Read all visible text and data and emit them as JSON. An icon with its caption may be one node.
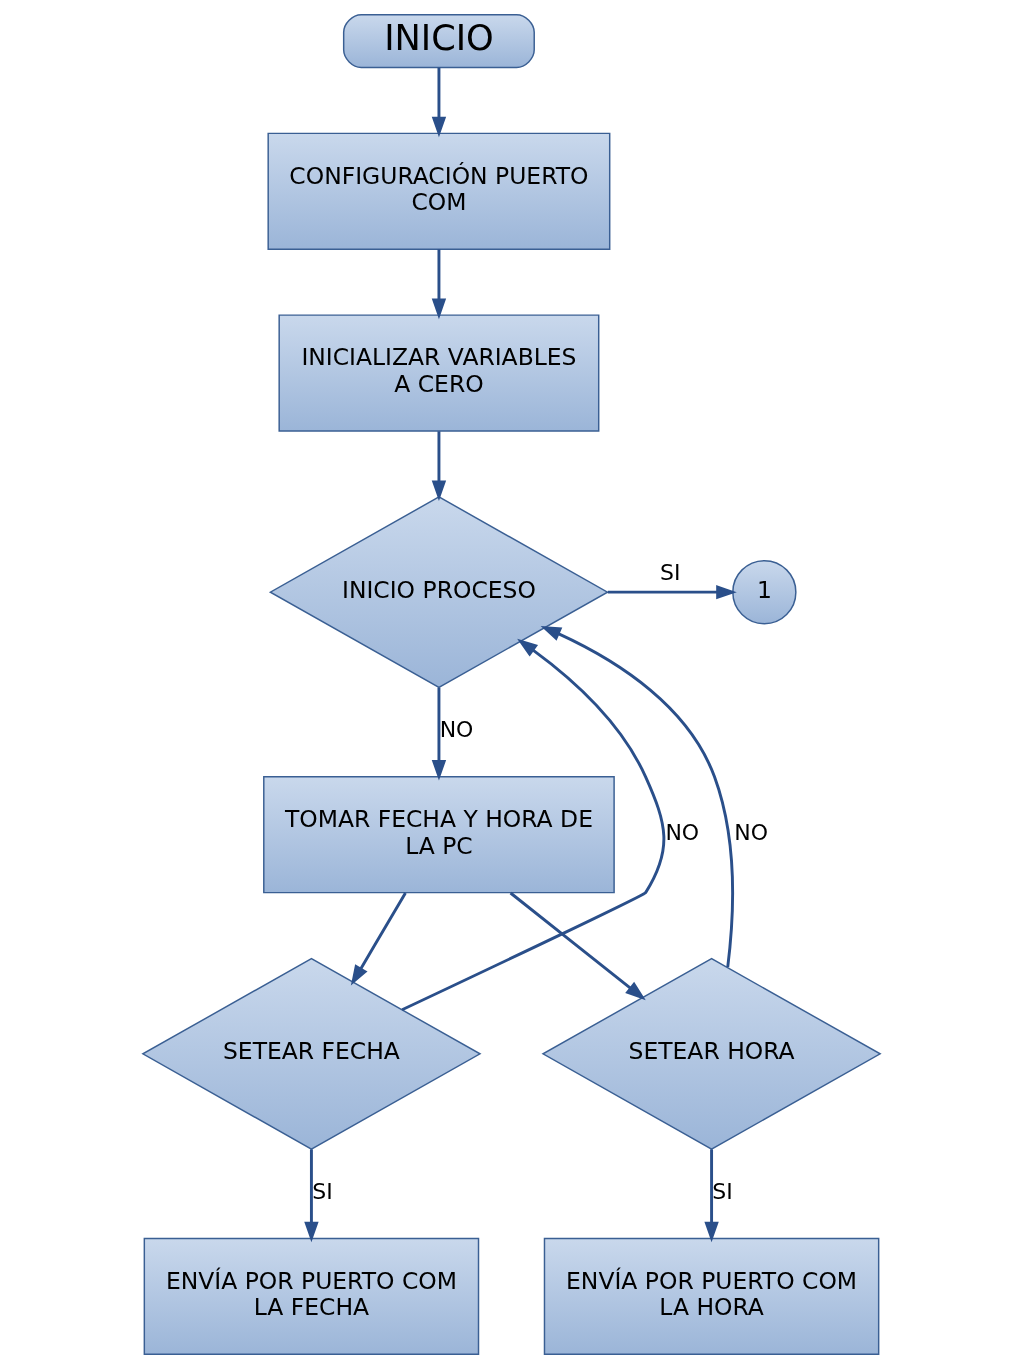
{
  "diagram": {
    "nodes": [
      {
        "text": [
          "INICIO"
        ]
      },
      {
        "text": [
          "CONFIGURACIÓN PUERTO COM"
        ]
      },
      {
        "text": [
          "INICIALIZAR VARIABLES A CERO"
        ]
      },
      {
        "text": [
          "INICIO PROCESO"
        ]
      },
      {
        "text": [
          "1"
        ]
      },
      {
        "text": [
          "TOMAR FECHA Y HORA DE LA PC"
        ]
      },
      {
        "text": [
          "SETEAR FECHA"
        ]
      },
      {
        "text": [
          "SETEAR HORA"
        ]
      },
      {
        "text": [
          "ENVÍA POR PUERTO COM LA FECHA"
        ]
      },
      {
        "text": [
          "ENVÍA POR PUERTO COM LA HORA"
        ]
      }
    ],
    "edges": [
      {
        "from": 0,
        "to": 1,
        "arrow": "to"
      },
      {
        "from": 1,
        "to": 2,
        "arrow": "to"
      },
      {
        "from": 2,
        "to": 3,
        "arrow": "to"
      },
      {
        "from": 3,
        "to": 4,
        "arrow": "to",
        "label": "SI"
      },
      {
        "from": 3,
        "to": 5,
        "arrow": "to",
        "label": "NO"
      },
      {
        "from": 5,
        "to": 6,
        "arrow": "to"
      },
      {
        "from": 5,
        "to": 7,
        "arrow": "to"
      },
      {
        "from": 6,
        "to": 3,
        "arrow": "to",
        "label": "NO"
      },
      {
        "from": 7,
        "to": 3,
        "arrow": "to",
        "label": "NO"
      },
      {
        "from": 6,
        "to": 8,
        "arrow": "to",
        "label": "SI"
      },
      {
        "from": 7,
        "to": 9,
        "arrow": "to",
        "label": "SI"
      }
    ]
  }
}
